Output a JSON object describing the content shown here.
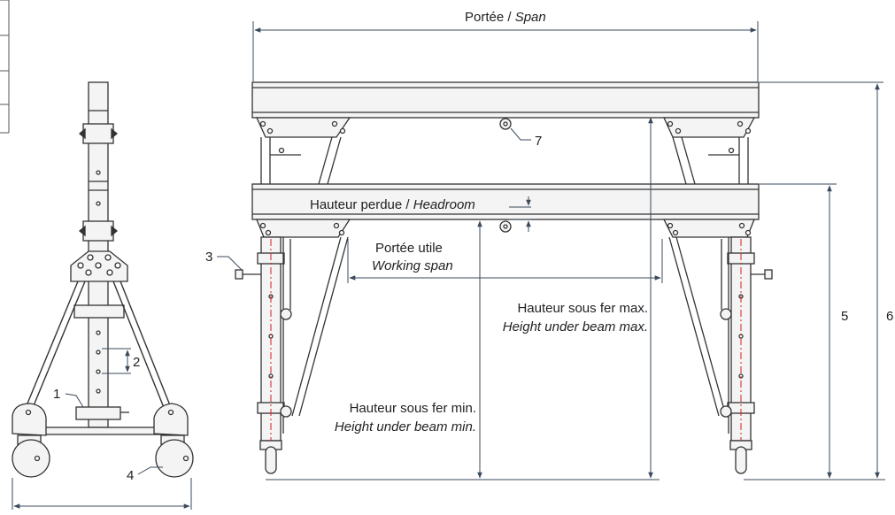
{
  "labels": {
    "span": {
      "fr": "Portée / ",
      "en": "Span"
    },
    "headroom": {
      "fr": "Hauteur perdue / ",
      "en": "Headroom"
    },
    "working_span": {
      "fr": "Portée utile",
      "en": "Working span"
    },
    "height_max": {
      "fr": "Hauteur sous fer max.",
      "en": "Height under beam max."
    },
    "height_min": {
      "fr": "Hauteur sous fer min.",
      "en": "Height under beam min."
    }
  },
  "callouts": {
    "c1": "1",
    "c2": "2",
    "c3": "3",
    "c4": "4",
    "c5": "5",
    "c6": "6",
    "c7": "7"
  },
  "colors": {
    "line": "#333333",
    "dimension": "#3a4a5c",
    "centerline": "#d62020",
    "fill": "#f4f4f4"
  }
}
